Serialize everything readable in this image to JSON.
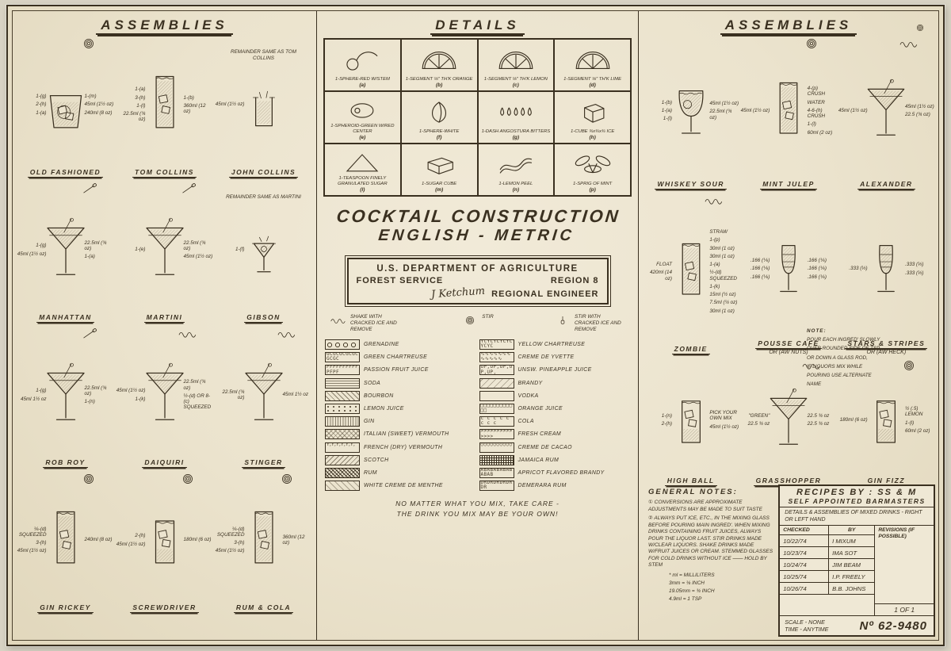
{
  "colors": {
    "paper": "#ece4cf",
    "ink": "#3a3020"
  },
  "sheet": {
    "left_header": "ASSEMBLIES",
    "middle_header": "DETAILS",
    "right_header": "ASSEMBLIES",
    "title_line1": "COCKTAIL CONSTRUCTION",
    "title_line2": "ENGLISH - METRIC",
    "agency_line1": "U.S. DEPARTMENT OF AGRICULTURE",
    "agency_line2a": "FOREST SERVICE",
    "agency_line2b": "REGION 8",
    "agency_signature": "J Ketchum",
    "agency_line3": "REGIONAL ENGINEER",
    "quote_line1": "NO MATTER WHAT YOU MIX, TAKE CARE -",
    "quote_line2": "THE DRINK YOU MIX MAY BE YOUR OWN!"
  },
  "details": {
    "cells": [
      {
        "key": "(a)",
        "label": "1-SPHERE-RED W/STEM",
        "icon": "cherry"
      },
      {
        "key": "(b)",
        "label": "1-SEGMENT ⅛″ TH'K ORANGE",
        "icon": "segment"
      },
      {
        "key": "(c)",
        "label": "1-SEGMENT ⅛″ TH'K LEMON",
        "icon": "segment"
      },
      {
        "key": "(d)",
        "label": "1-SEGMENT ⅛″ TH'K LIME",
        "icon": "segment"
      },
      {
        "key": "(e)",
        "label": "1-SPHEROID-GREEN W/RED CENTER",
        "icon": "olive"
      },
      {
        "key": "(f)",
        "label": "1-SPHERE-WHITE",
        "icon": "onion"
      },
      {
        "key": "(g)",
        "label": "1-DASH ANGOSTURA BITTERS",
        "icon": "drops"
      },
      {
        "key": "(h)",
        "label": "1-CUBE ¾x¾x¾ ICE",
        "icon": "ice"
      },
      {
        "key": "(l)",
        "label": "1-TEASPOON FINELY GRANULATED SUGAR",
        "icon": "mound"
      },
      {
        "key": "(m)",
        "label": "1-SUGAR CUBE",
        "icon": "box"
      },
      {
        "key": "(n)",
        "label": "1-LEMON PEEL",
        "icon": "peel"
      },
      {
        "key": "(p)",
        "label": "1-SPRIG OF MINT",
        "icon": "mint"
      }
    ]
  },
  "legend": {
    "methods": [
      {
        "icon": "shake",
        "label": "SHAKE WITH CRACKED ICE AND REMOVE"
      },
      {
        "icon": "stir",
        "label": "STIR"
      },
      {
        "icon": "paddle",
        "label": "STIR WITH CRACKED ICE AND REMOVE"
      }
    ],
    "left": [
      {
        "label": "GRENADINE",
        "pattern": "rings"
      },
      {
        "label": "GREEN CHARTREUSE",
        "pattern": "text",
        "pattern_text": "GCGCGCGCGCGCGC"
      },
      {
        "label": "PASSION FRUIT JUICE",
        "pattern": "text",
        "pattern_text": "PFPFPFPFPFPFPF"
      },
      {
        "label": "SODA",
        "pattern": "lines-h"
      },
      {
        "label": "BOURBON",
        "pattern": "hatch-f"
      },
      {
        "label": "LEMON JUICE",
        "pattern": "dots"
      },
      {
        "label": "GIN",
        "pattern": "lines-v"
      },
      {
        "label": "ITALIAN (SWEET) VERMOUTH",
        "pattern": "cross"
      },
      {
        "label": "FRENCH (DRY) VERMOUTH",
        "pattern": "text",
        "pattern_text": "YᵧYᵧYᵧYᵧYᵧYᵧ"
      },
      {
        "label": "SCOTCH",
        "pattern": "hatch-b"
      },
      {
        "label": "RUM",
        "pattern": "cross-d"
      },
      {
        "label": "WHITE CREME DE MENTHE",
        "pattern": "dash"
      }
    ],
    "right": [
      {
        "label": "YELLOW CHARTREUSE",
        "pattern": "text",
        "pattern_text": "YCYCYCYCYCYCYC"
      },
      {
        "label": "CREME DE YVETTE",
        "pattern": "text",
        "pattern_text": "∿∿∿∿∿∿∿∿∿∿∿∿"
      },
      {
        "label": "UNSW. PINEAPPLE JUICE",
        "pattern": "text",
        "pattern_text": "UP,UP,UP,UP,UP,"
      },
      {
        "label": "BRANDY",
        "pattern": "hatch-bs"
      },
      {
        "label": "VODKA",
        "pattern": "plain"
      },
      {
        "label": "ORANGE JUICE",
        "pattern": "text",
        "pattern_text": "□□□□□□□□□□□□"
      },
      {
        "label": "COLA",
        "pattern": "text",
        "pattern_text": "c c c c c c c c"
      },
      {
        "label": "FRESH CREAM",
        "pattern": "text",
        "pattern_text": ">>>>>>>>>>>>>>"
      },
      {
        "label": "CREME DE CACAO",
        "pattern": "text",
        "pattern_text": "○○○○○○○○○○"
      },
      {
        "label": "JAMAICA RUM",
        "pattern": "grid-d"
      },
      {
        "label": "APRICOT FLAVORED BRANDY",
        "pattern": "text",
        "pattern_text": "ABABABABABABAB"
      },
      {
        "label": "DEMERARA RUM",
        "pattern": "text",
        "pattern_text": "DRDRDRDRDRDR"
      }
    ]
  },
  "left_assemblies": [
    {
      "name": "OLD FASHIONED",
      "glass": "rocks",
      "mixer": "stir",
      "labels_left": [
        "1-(g)",
        "2-(h)",
        "1-(a)"
      ],
      "labels_right": [
        "1-(m)",
        "45ml (1½ oz)",
        "240ml (8 oz)"
      ]
    },
    {
      "name": "TOM COLLINS",
      "glass": "collins",
      "labels_left": [
        "1-(a)",
        "3-(h)",
        "1-(l)",
        "22.5ml (¾ oz)"
      ],
      "labels_right": [
        "1-(b)",
        "360ml (12 oz)"
      ]
    },
    {
      "name": "JOHN COLLINS",
      "glass": "cut",
      "note": "REMAINDER SAME AS TOM COLLINS",
      "labels_left": [
        "45ml (1½ oz)"
      ],
      "labels_right": []
    },
    {
      "name": "MANHATTAN",
      "glass": "martini",
      "mixer": "pick",
      "labels_left": [
        "1-(g)",
        "45ml (1½ oz)"
      ],
      "labels_right": [
        "22.5ml (¾ oz)",
        "1-(a)"
      ]
    },
    {
      "name": "MARTINI",
      "glass": "martini",
      "mixer": "pick",
      "labels_left": [
        "1-(e)"
      ],
      "labels_right": [
        "22.5ml (¾ oz)",
        "45ml (1½ oz)"
      ]
    },
    {
      "name": "GIBSON",
      "glass": "martini-sm",
      "note": "REMAINDER SAME AS MARTINI",
      "labels_left": [
        "1-(f)"
      ],
      "labels_right": []
    },
    {
      "name": "ROB ROY",
      "glass": "martini",
      "mixer": "pick",
      "labels_left": [
        "1-(g)",
        "45ml 1½ oz"
      ],
      "labels_right": [
        "22.5ml (¾ oz)",
        "1-(n)"
      ]
    },
    {
      "name": "DAIQUIRI",
      "glass": "martini",
      "mixer": "shake",
      "labels_left": [
        "45ml (1½ oz)",
        "1-(k)"
      ],
      "labels_right": [
        "22.5ml (¾ oz)",
        "½-(d) OR 8-(c) SQUEEZED"
      ]
    },
    {
      "name": "STINGER",
      "glass": "martini",
      "mixer": "shake",
      "labels_left": [
        "22.5ml (¾ oz)"
      ],
      "labels_right": [
        "45ml 1½ oz"
      ]
    },
    {
      "name": "GIN RICKEY",
      "glass": "collins",
      "mixer": "stir",
      "labels_left": [
        "⅙-(d) SQUEEZED",
        "3-(h)",
        "45ml (1½ oz)"
      ],
      "labels_right": [
        "240ml (8 oz)"
      ]
    },
    {
      "name": "SCREWDRIVER",
      "glass": "highball",
      "mixer": "stir",
      "labels_left": [
        "2-(h)",
        "45ml (1½ oz)"
      ],
      "labels_right": [
        "180ml (6 oz)"
      ]
    },
    {
      "name": "RUM & COLA",
      "glass": "collins",
      "mixer": "stir",
      "labels_left": [
        "⅙-(d) SQUEEZED",
        "3-(h)",
        "45ml (1½ oz)"
      ],
      "labels_right": [
        "360ml (12 oz)"
      ]
    }
  ],
  "right_assemblies": [
    {
      "name": "WHISKEY SOUR",
      "glass": "goblet",
      "labels_left": [
        "1-(b)",
        "1-(a)",
        "1-(l)"
      ],
      "labels_right": [
        "45ml (1½ oz)",
        "22.5ml (¾ oz)"
      ]
    },
    {
      "name": "MINT JULEP",
      "glass": "collins",
      "mixer": "stir",
      "labels_left": [
        "45ml (1½ oz)"
      ],
      "labels_right": [
        "4-(p) CRUSH",
        "WATER",
        "4-6-(h) CRUSH",
        "1-(l)",
        "60ml (2 oz)"
      ]
    },
    {
      "name": "ALEXANDER",
      "glass": "martini",
      "mixer": "shake",
      "labels_left": [
        "45ml (1½ oz)"
      ],
      "labels_right": [
        "45ml (1½ oz)",
        "22.5 (¾ oz)"
      ]
    },
    {
      "name": "ZOMBIE",
      "glass": "collins",
      "mixer": "shake",
      "labels_left": [
        "FLOAT",
        "420ml (14 oz)"
      ],
      "labels_right": [
        "STRAW",
        "1-(p)",
        "30ml (1 oz)",
        "30ml (1 oz)",
        "1-(a)",
        "½-(d) SQUEEZED",
        "1-(k)",
        "15ml (½ oz)",
        "7.5ml (¼ oz)",
        "30ml (1 oz)"
      ]
    },
    {
      "name": "POUSSE CAFE",
      "alt": "OR (AW NUTS)",
      "glass": "flute",
      "labels_left": [
        ".166 (⅙)",
        ".166 (⅙)",
        ".166 (⅙)"
      ],
      "labels_right": [
        ".166 (⅙)",
        ".166 (⅙)",
        ".166 (⅙)"
      ]
    },
    {
      "name": "STARS & STRIPES",
      "alt": "OR (AW HECK)",
      "glass": "flute",
      "labels_left": [
        ".333 (⅓)"
      ],
      "labels_right": [
        ".333 (⅓)",
        ".333 (⅓)"
      ]
    },
    {
      "name": "HIGH BALL",
      "glass": "highball",
      "labels_left": [
        "1-(n)",
        "2-(h)"
      ],
      "labels_right": [
        "PICK YOUR OWN MIX",
        "45ml (1½ oz)"
      ]
    },
    {
      "name": "GRASSHOPPER",
      "glass": "martini",
      "mixer": "shake",
      "labels_left": [
        "\"GREEN\"",
        "22.5 ¾ oz"
      ],
      "labels_right": [
        "22.5 ¾ oz",
        "22.5 ¾ oz"
      ]
    },
    {
      "name": "GIN FIZZ",
      "glass": "highball",
      "mixer": "stir",
      "labels_left": [
        "180ml (6 oz)"
      ],
      "labels_right": [
        "½ (.5) LEMON",
        "1-(l)",
        "60ml (2 oz)"
      ]
    }
  ],
  "pousse_note": {
    "lines": [
      "NOTE:",
      "POUR EACH INGRED' SLOWLY",
      "OVER ROUNDED SIDE OF TSP",
      "OR DOWN A GLASS ROD,",
      "IF LIQUORS MIX WHILE",
      "POURING USE ALTERNATE",
      "NAME"
    ]
  },
  "general_notes": {
    "heading": "GENERAL NOTES:",
    "items": [
      "① CONVERSIONS ARE APPROXIMATE ADJUSTMENTS MAY BE MADE TO SUIT TASTE",
      "② ALWAYS PUT ICE, ETC., IN THE MIXING GLASS BEFORE POURING MAIN INGRED'. WHEN MIXING DRINKS CONTAINING FRUIT JUICES, ALWAYS POUR THE LIQUOR LAST. STIR DRINKS MADE W/CLEAR LIQUORS. SHAKE DRINKS MADE W/FRUIT JUICES OR CREAM. STEMMED GLASSES FOR COLD DRINKS WITHOUT ICE —— HOLD BY STEM"
    ],
    "conversions": [
      "* ml = MILLILITERS",
      "3mm = ⅛ INCH",
      "19.05mm = ¾ INCH",
      "4.9ml = 1 TSP"
    ]
  },
  "title_block": {
    "recipes_by": "RECIPES BY : SS & M",
    "recipes_sub": "SELF APPOINTED BARMASTERS",
    "desc": "DETAILS & ASSEMBLIES OF MIXED DRINKS - RIGHT OR LEFT HAND",
    "col_checked": "CHECKED",
    "col_by": "BY",
    "col_revisions": "REVISIONS (IF POSSIBLE)",
    "rows": [
      {
        "date": "10/22/74",
        "by": "I MIXUM"
      },
      {
        "date": "10/23/74",
        "by": "IMA SOT"
      },
      {
        "date": "10/24/74",
        "by": "JIM BEAM"
      },
      {
        "date": "10/25/74",
        "by": "I.P. FREELY"
      },
      {
        "date": "10/26/74",
        "by": "B.B. JOHNS"
      }
    ],
    "page": "1 OF 1",
    "scale": "SCALE - NONE",
    "time": "TIME - ANYTIME",
    "number": "Nº 62-9480"
  }
}
